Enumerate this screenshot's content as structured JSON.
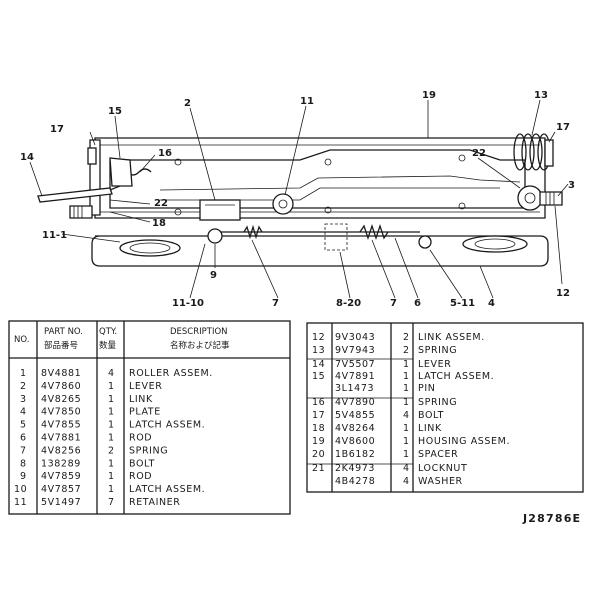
{
  "diagram": {
    "callouts": [
      "15",
      "2",
      "11",
      "19",
      "13",
      "17",
      "17",
      "14",
      "16",
      "22",
      "22",
      "3",
      "18",
      "11-1",
      "9",
      "11-10",
      "7",
      "8-20",
      "7",
      "6",
      "5-11",
      "4",
      "12"
    ]
  },
  "table_headers": {
    "no": "NO.",
    "part_no": "PART NO.",
    "part_no_jp": "部品番号",
    "qty": "QTY.",
    "qty_jp": "数量",
    "description": "DESCRIPTION",
    "description_jp": "名称および記事"
  },
  "parts_left": [
    {
      "no": "1",
      "part": "8V4881",
      "qty": "4",
      "desc": "ROLLER ASSEM."
    },
    {
      "no": "2",
      "part": "4V7860",
      "qty": "1",
      "desc": "LEVER"
    },
    {
      "no": "3",
      "part": "4V8265",
      "qty": "1",
      "desc": "LINK"
    },
    {
      "no": "4",
      "part": "4V7850",
      "qty": "1",
      "desc": "PLATE"
    },
    {
      "no": "5",
      "part": "4V7855",
      "qty": "1",
      "desc": "LATCH ASSEM."
    },
    {
      "no": "6",
      "part": "4V7881",
      "qty": "1",
      "desc": "ROD"
    },
    {
      "no": "7",
      "part": "4V8256",
      "qty": "2",
      "desc": "SPRING"
    },
    {
      "no": "8",
      "part": "138289",
      "qty": "1",
      "desc": "BOLT"
    },
    {
      "no": "9",
      "part": "4V7859",
      "qty": "1",
      "desc": "ROD"
    },
    {
      "no": "10",
      "part": "4V7857",
      "qty": "1",
      "desc": "LATCH ASSEM."
    },
    {
      "no": "11",
      "part": "5V1497",
      "qty": "7",
      "desc": "RETAINER"
    }
  ],
  "parts_right": [
    {
      "no": "12",
      "part": "9V3043",
      "qty": "2",
      "desc": "LINK ASSEM."
    },
    {
      "no": "13",
      "part": "9V7943",
      "qty": "2",
      "desc": "SPRING"
    },
    {
      "no": "14",
      "part": "7V5507",
      "qty": "1",
      "desc": "LEVER"
    },
    {
      "no": "15",
      "part": "4V7891",
      "qty": "1",
      "desc": "LATCH ASSEM."
    },
    {
      "no": "",
      "part": "3L1473",
      "qty": "1",
      "desc": "PIN"
    },
    {
      "no": "16",
      "part": "4V7890",
      "qty": "1",
      "desc": "SPRING"
    },
    {
      "no": "17",
      "part": "5V4855",
      "qty": "4",
      "desc": "BOLT"
    },
    {
      "no": "18",
      "part": "4V8264",
      "qty": "1",
      "desc": "LINK"
    },
    {
      "no": "19",
      "part": "4V8600",
      "qty": "1",
      "desc": "HOUSING ASSEM."
    },
    {
      "no": "20",
      "part": "1B6182",
      "qty": "1",
      "desc": "SPACER"
    },
    {
      "no": "21",
      "part": "2K4973",
      "qty": "4",
      "desc": "LOCKNUT"
    },
    {
      "no": "",
      "part": "4B4278",
      "qty": "4",
      "desc": "WASHER"
    }
  ],
  "reference": "J28786E"
}
